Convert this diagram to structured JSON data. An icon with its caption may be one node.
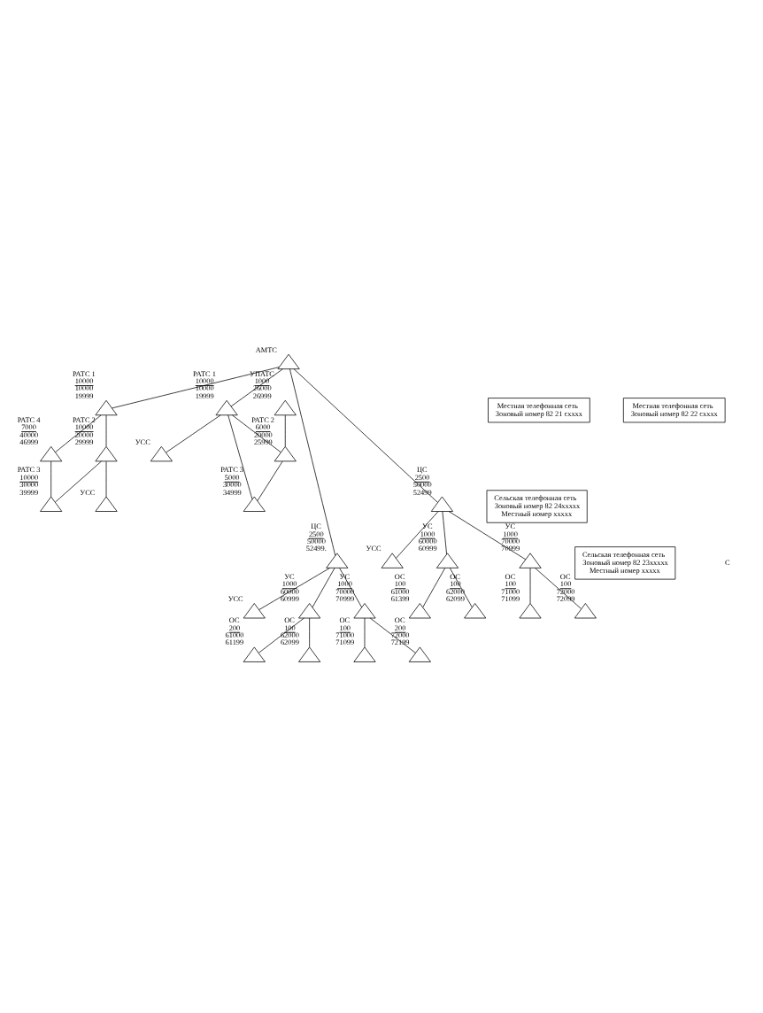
{
  "diagram": {
    "nodes": [
      {
        "text": [],
        "shape": "triangle",
        "beside": [
          "АМТС"
        ]
      },
      {
        "text": [],
        "shape": "triangle",
        "beside": [
          "РАТС 1",
          "10000",
          "10000",
          "19999"
        ]
      },
      {
        "text": [],
        "shape": "triangle",
        "beside": [
          "РАТС 4",
          "7000",
          "40000",
          "46999"
        ]
      },
      {
        "text": [],
        "shape": "triangle",
        "beside": [
          "РАТС 2",
          "10000",
          "20000",
          "29999"
        ]
      },
      {
        "text": [],
        "shape": "triangle",
        "beside": [
          "РАТС 3",
          "10000",
          "30000",
          "39999"
        ]
      },
      {
        "text": [],
        "shape": "triangle",
        "beside": [
          "УСС"
        ]
      },
      {
        "text": [],
        "shape": "triangle",
        "beside": [
          "РАТС 1",
          "10000",
          "10000",
          "19999"
        ]
      },
      {
        "text": [],
        "shape": "triangle",
        "beside": [
          "УПАТС",
          "1000",
          "26000",
          "26999"
        ]
      },
      {
        "text": [],
        "shape": "triangle",
        "beside": [
          "РАТС 2",
          "6000",
          "20000",
          "25999"
        ]
      },
      {
        "text": [],
        "shape": "triangle",
        "beside": [
          "УСС"
        ]
      },
      {
        "text": [],
        "shape": "triangle",
        "beside": [
          "РАТС 3",
          "5000",
          "30000",
          "34999"
        ]
      },
      {
        "text": [],
        "shape": "triangle",
        "beside": [
          "ЦС",
          "2500",
          "50000",
          "52499."
        ]
      },
      {
        "text": [],
        "shape": "triangle",
        "beside": [
          "УСС"
        ]
      },
      {
        "text": [],
        "shape": "triangle",
        "beside": [
          "УС",
          "1000",
          "60000",
          "60999"
        ]
      },
      {
        "text": [],
        "shape": "triangle",
        "beside": [
          "ОС",
          "200",
          "61000",
          "61199"
        ]
      },
      {
        "text": [],
        "shape": "triangle",
        "beside": [
          "ОС",
          "100",
          "62000",
          "62099"
        ]
      },
      {
        "text": [],
        "shape": "triangle",
        "beside": [
          "УС",
          "1000",
          "70000",
          "70999"
        ]
      },
      {
        "text": [],
        "shape": "triangle",
        "beside": [
          "ОС",
          "100",
          "71000",
          "71099"
        ]
      },
      {
        "text": [],
        "shape": "triangle",
        "beside": [
          "ОС",
          "200",
          "72000",
          "72199"
        ]
      },
      {
        "text": [],
        "shape": "triangle",
        "beside": [
          "ЦС",
          "2500",
          "50000",
          "52499"
        ]
      },
      {
        "text": [],
        "shape": "triangle",
        "beside": [
          "УСС"
        ]
      },
      {
        "text": [],
        "shape": "triangle",
        "beside": [
          "УС",
          "1000",
          "60000",
          "60999"
        ]
      },
      {
        "text": [],
        "shape": "triangle",
        "beside": [
          "ОС",
          "100",
          "61000",
          "61399"
        ]
      },
      {
        "text": [],
        "shape": "triangle",
        "beside": [
          "ОС",
          "100",
          "62000",
          "62099"
        ]
      },
      {
        "text": [],
        "shape": "triangle",
        "beside": [
          "УС",
          "1000",
          "70000",
          "70999"
        ]
      },
      {
        "text": [],
        "shape": "triangle",
        "beside": [
          "ОС",
          "100",
          "71000",
          "71099"
        ]
      },
      {
        "text": [],
        "shape": "triangle",
        "beside": [
          "ОС",
          "100",
          "72000",
          "72099"
        ]
      },
      {
        "text": [
          "Местная телефонная сеть",
          "Зоновый номер 82 21 cxxxx"
        ]
      },
      {
        "text": [
          "Местная телефонная сеть",
          "Зоновый номер 82 22 cxxxx"
        ]
      },
      {
        "text": [
          "Сельская телефонная сеть",
          "Зоновый номер 82 23xxxxx",
          "Местный номер xxxxx"
        ]
      },
      {
        "text": [
          "Сельская телефонная сеть",
          "Зоновый номер 82 24xxxxx",
          "Местный номер xxxxx"
        ]
      }
    ],
    "edges": [
      {
        "from": 0,
        "to": 1,
        "arrow": "none"
      },
      {
        "from": 1,
        "to": 2,
        "arrow": "none"
      },
      {
        "from": 1,
        "to": 3,
        "arrow": "none"
      },
      {
        "from": 2,
        "to": 4,
        "arrow": "none"
      },
      {
        "from": 3,
        "to": 4,
        "arrow": "none"
      },
      {
        "from": 3,
        "to": 5,
        "arrow": "none"
      },
      {
        "from": 0,
        "to": 6,
        "arrow": "none"
      },
      {
        "from": 6,
        "to": 8,
        "arrow": "none"
      },
      {
        "from": 7,
        "to": 8,
        "arrow": "none"
      },
      {
        "from": 6,
        "to": 9,
        "arrow": "none"
      },
      {
        "from": 6,
        "to": 10,
        "arrow": "none"
      },
      {
        "from": 8,
        "to": 10,
        "arrow": "none"
      },
      {
        "from": 0,
        "to": 11,
        "arrow": "none"
      },
      {
        "from": 11,
        "to": 12,
        "arrow": "none"
      },
      {
        "from": 11,
        "to": 13,
        "arrow": "none"
      },
      {
        "from": 11,
        "to": 16,
        "arrow": "none"
      },
      {
        "from": 13,
        "to": 14,
        "arrow": "none"
      },
      {
        "from": 13,
        "to": 15,
        "arrow": "none"
      },
      {
        "from": 16,
        "to": 17,
        "arrow": "none"
      },
      {
        "from": 16,
        "to": 18,
        "arrow": "none"
      },
      {
        "from": 0,
        "to": 19,
        "arrow": "none"
      },
      {
        "from": 19,
        "to": 20,
        "arrow": "none"
      },
      {
        "from": 19,
        "to": 21,
        "arrow": "none"
      },
      {
        "from": 19,
        "to": 24,
        "arrow": "none"
      },
      {
        "from": 21,
        "to": 22,
        "arrow": "none"
      },
      {
        "from": 21,
        "to": 23,
        "arrow": "none"
      },
      {
        "from": 24,
        "to": 25,
        "arrow": "none"
      },
      {
        "from": 24,
        "to": 26,
        "arrow": "none"
      }
    ],
    "labels": [
      "С"
    ]
  }
}
